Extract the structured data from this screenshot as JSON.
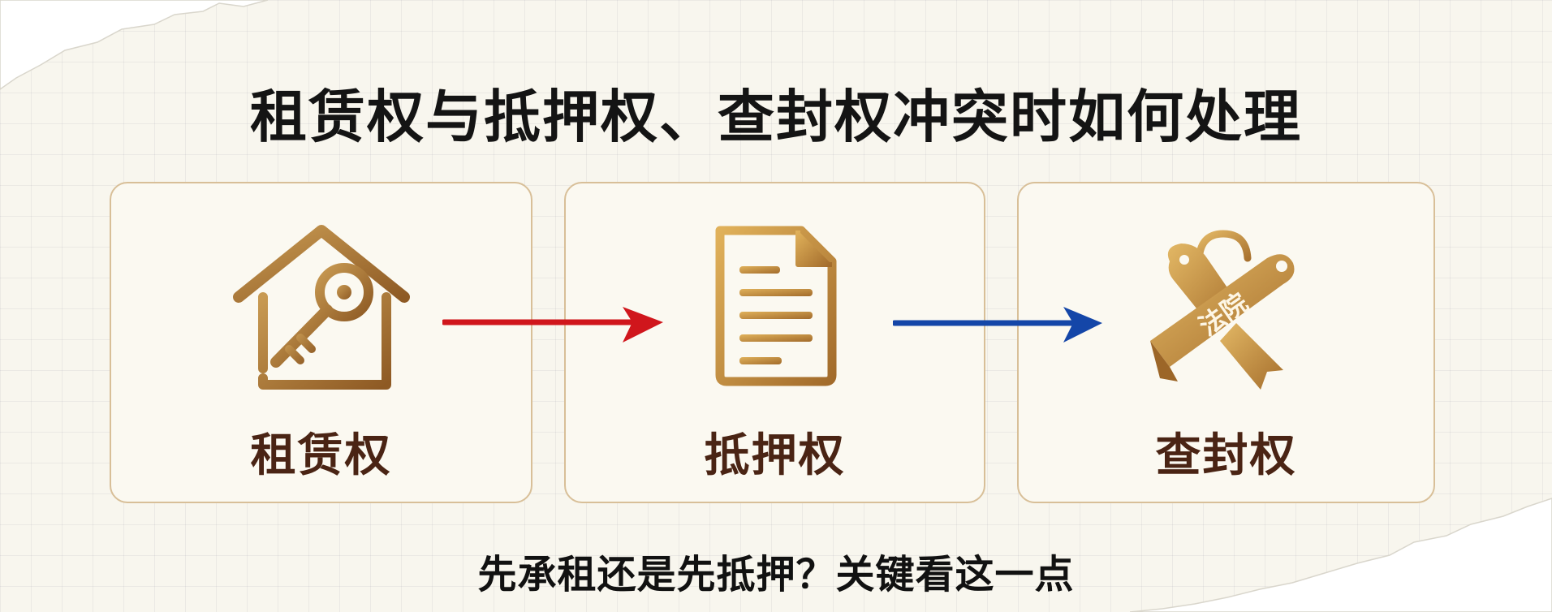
{
  "title": "租赁权与抵押权、查封权冲突时如何处理",
  "cards": [
    {
      "label": "租赁权",
      "icon": "house-key-icon"
    },
    {
      "label": "抵押权",
      "icon": "document-icon"
    },
    {
      "label": "查封权",
      "icon": "court-seal-icon",
      "icon_text": "法院"
    }
  ],
  "arrows": [
    {
      "color": "#d0161c"
    },
    {
      "color": "#1446a8"
    }
  ],
  "subtitle": "先承租还是先抵押？关键看这一点",
  "colors": {
    "gold": "#b27e2f",
    "label_brown": "#4a2414",
    "card_border": "#d8bf98"
  }
}
